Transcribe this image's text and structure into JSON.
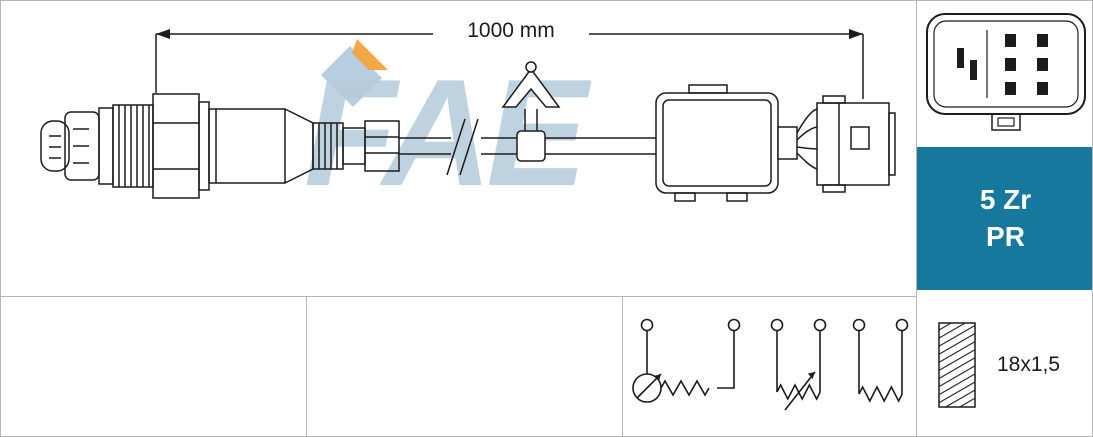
{
  "brand": {
    "name": "FAE"
  },
  "main_drawing": {
    "dimension_label": "1000 mm",
    "parts": [
      "oxygen-sensor",
      "cable",
      "break-symbol",
      "mounting-clip",
      "connector-housing",
      "plug"
    ]
  },
  "side_panel": {
    "connector_view": {
      "icon": "connector-pinout-drawing"
    },
    "spec_box": {
      "line1": "5 Zr",
      "line2": "PR"
    },
    "thread": {
      "label": "18x1,5",
      "icon": "thread-icon"
    }
  },
  "schematic": {
    "icon": "sensor-heater-circuit-symbols"
  },
  "colors": {
    "teal": "#17789e",
    "line": "#1c1c1c",
    "grid": "#b7b7b7",
    "watermark_blue": "#b5cbdb",
    "watermark_orange": "#f2a33c",
    "background": "#ffffff",
    "spec_text": "#ffffff"
  }
}
